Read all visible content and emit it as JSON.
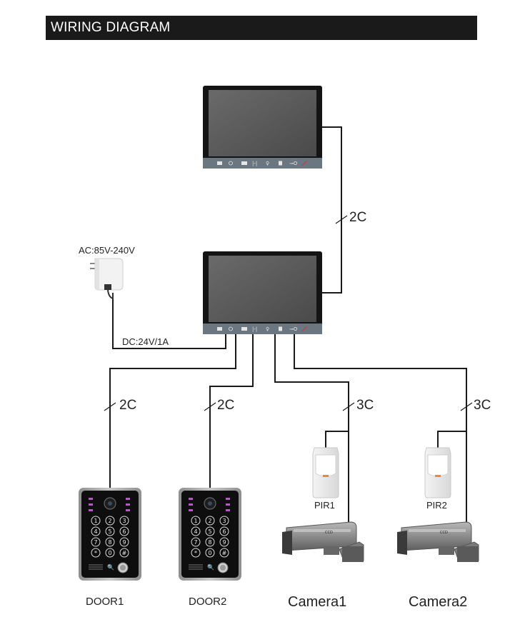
{
  "header": {
    "title": "WIRING DIAGRAM"
  },
  "labels": {
    "ac_input": "AC:85V-240V",
    "dc_output": "DC:24V/1A",
    "cable_monitors": "2C",
    "cable_door1": "2C",
    "cable_door2": "2C",
    "cable_camera1": "3C",
    "cable_camera2": "3C",
    "pir1": "PIR1",
    "pir2": "PIR2",
    "door1": "DOOR1",
    "door2": "DOOR2",
    "camera1": "Camera1",
    "camera2": "Camera2"
  },
  "door_keypad_keys": [
    "1",
    "2",
    "3",
    "4",
    "5",
    "6",
    "7",
    "8",
    "9",
    "*",
    "0",
    "#"
  ],
  "colors": {
    "wire": "#1a1a1a",
    "title_bg": "#1a1a1a",
    "title_text": "#ffffff",
    "monitor_bezel": "#111111",
    "monitor_screen": "#5a5a5a",
    "monitor_bar": "#6b7780",
    "pir_led": "#e88a2e",
    "door_led": "#c050d0"
  }
}
